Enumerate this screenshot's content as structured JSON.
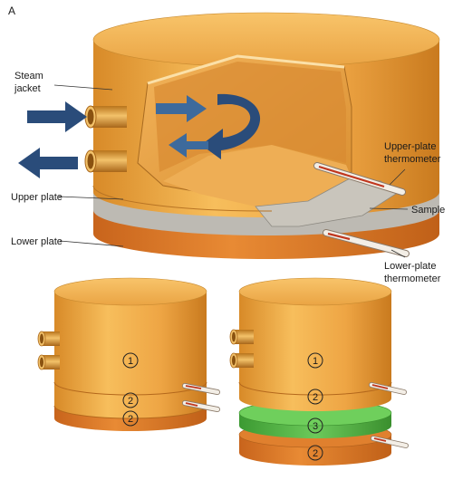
{
  "figure": {
    "panel_label": "A",
    "labels": {
      "steam_jacket_line1": "Steam",
      "steam_jacket_line2": "jacket",
      "upper_plate": "Upper plate",
      "lower_plate": "Lower plate",
      "sample": "Sample",
      "upper_thermometer_line1": "Upper-plate",
      "upper_thermometer_line2": "thermometer",
      "lower_thermometer_line1": "Lower-plate",
      "lower_thermometer_line2": "thermometer"
    },
    "left_stack_markers": [
      "1",
      "2",
      "2"
    ],
    "right_stack_markers": [
      "1",
      "2",
      "3",
      "2"
    ]
  },
  "colors": {
    "body_light": "#f5b24a",
    "body_mid": "#e89a34",
    "body_dark": "#c97a1e",
    "lower_plate": "#d9772a",
    "sample_gray": "#bdbab3",
    "inner": "#f0a94a",
    "arrow_blue": "#2a4c7a",
    "green_disc": "#4caf3c"
  }
}
